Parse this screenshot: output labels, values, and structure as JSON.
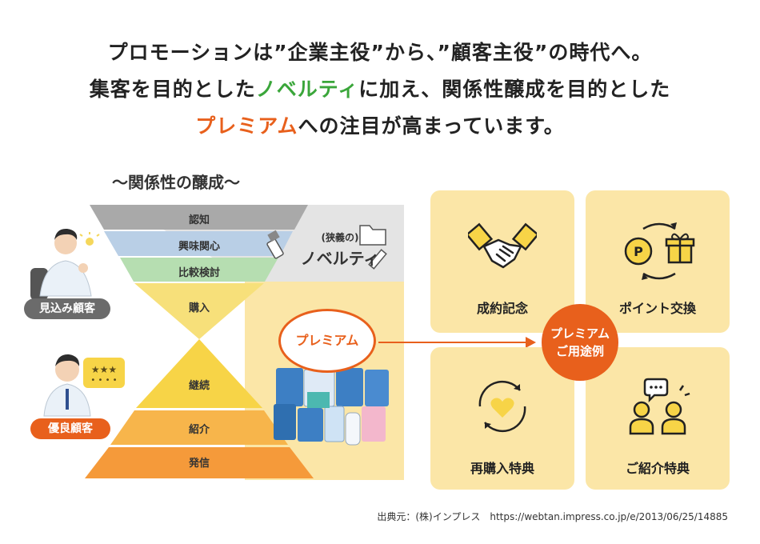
{
  "headline": {
    "line1": "プロモーションは”企業主役”から、”顧客主役”の時代へ。",
    "line2_pre": "集客を目的とした",
    "line2_highlight": "ノベルティ",
    "line2_post": "に加え、関係性醸成を目的とした",
    "line3_highlight": "プレミアム",
    "line3_post": "への注目が高まっています。"
  },
  "funnel": {
    "title": "〜関係性の醸成〜",
    "layers": {
      "awareness": "認知",
      "interest": "興味関心",
      "comparison": "比較検討",
      "purchase": "購入",
      "continuation": "継続",
      "referral": "紹介",
      "advocacy": "発信"
    },
    "prospect_label": "見込み顧客",
    "loyal_label": "優良顧客",
    "novelty_small": "(狭義の)",
    "novelty_big": "ノベルティ",
    "premium_label": "プレミアム"
  },
  "usecases": {
    "center_line1": "プレミアム",
    "center_line2": "ご用途例",
    "cards": {
      "contract": "成約記念",
      "points": "ポイント交換",
      "repurchase": "再購入特典",
      "referral": "ご紹介特典"
    }
  },
  "source": "出典元：(株)インプレス　https://webtan.impress.co.jp/e/2013/06/25/14885",
  "colors": {
    "accent": "#e8601c",
    "highlight_green": "#3aa63a",
    "card_bg": "#fbe6a7",
    "icon_yellow": "#f7d447"
  }
}
